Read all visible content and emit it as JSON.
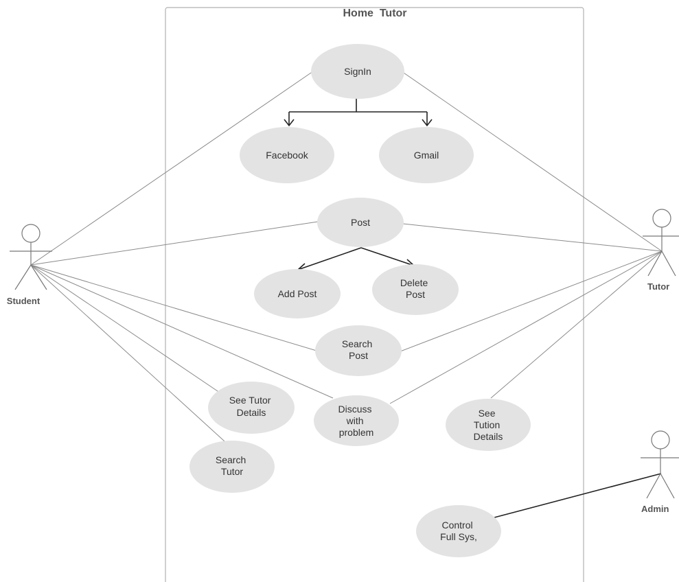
{
  "diagram": {
    "system_title": "Home  Tutor",
    "colors": {
      "usecase_fill": "#e3e3e3",
      "line": "#8a8a8a",
      "line_dark": "#222222",
      "boundary": "#b0b0b0",
      "text": "#333333"
    },
    "actors": {
      "student": "Student",
      "tutor": "Tutor",
      "admin": "Admin"
    },
    "usecases": {
      "signin": [
        "SignIn"
      ],
      "facebook": [
        "Facebook"
      ],
      "gmail": [
        "Gmail"
      ],
      "post": [
        "Post"
      ],
      "add_post": [
        "Add Post"
      ],
      "delete_post": [
        "Delete",
        "Post"
      ],
      "search_post": [
        "Search",
        "Post"
      ],
      "see_tutor_details": [
        "See Tutor",
        "Details"
      ],
      "discuss": [
        "Discuss",
        "with",
        "problem"
      ],
      "see_tution_details": [
        "See",
        "Tution",
        "Details"
      ],
      "search_tutor": [
        "Search",
        "Tutor"
      ],
      "control": [
        "Control",
        "Full Sys,"
      ]
    }
  }
}
